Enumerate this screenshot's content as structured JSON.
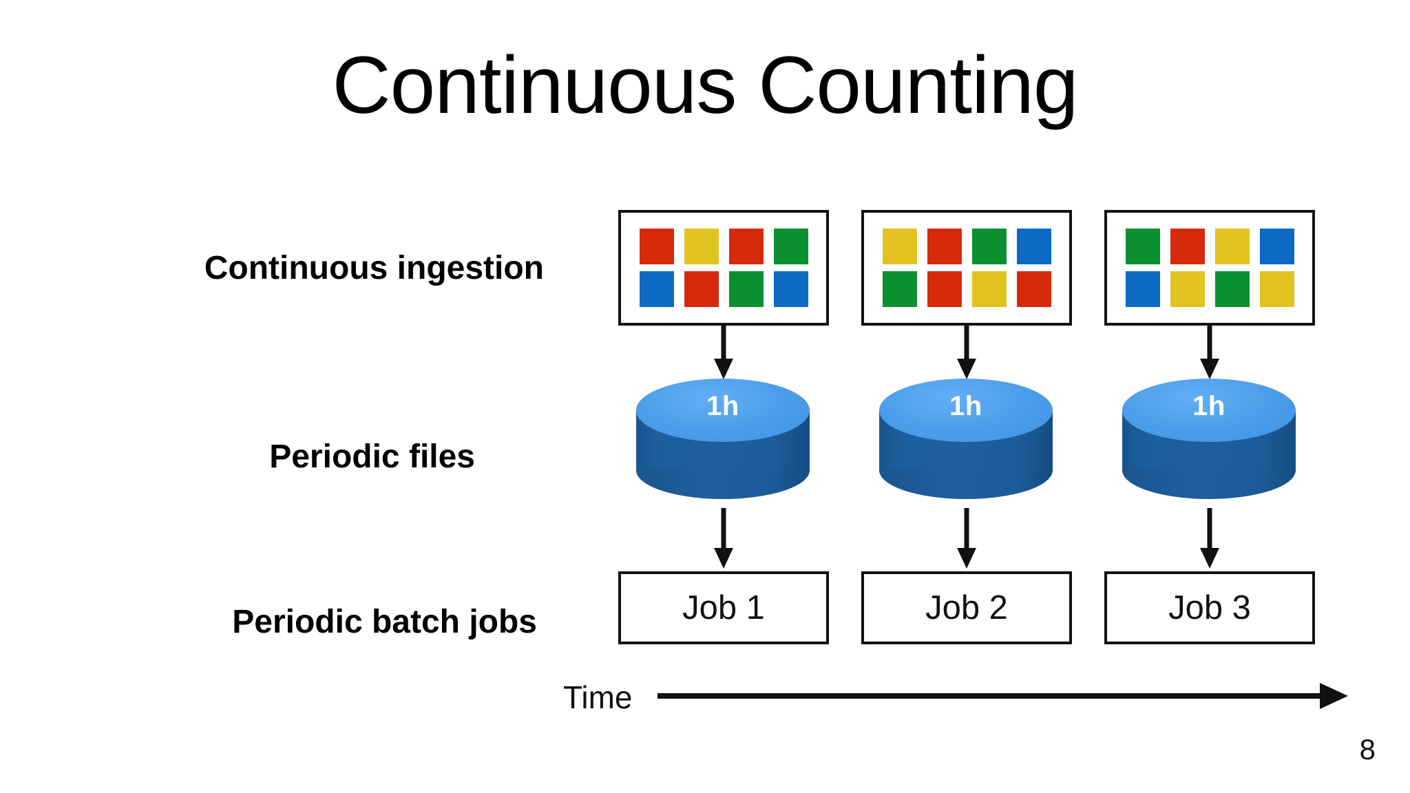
{
  "slide": {
    "title": "Continuous Counting",
    "page_number": "8",
    "background_color": "#ffffff"
  },
  "palette": {
    "red": "#d62a0d",
    "yellow": "#e0c220",
    "green": "#0a9031",
    "blue": "#0a6ac4",
    "cylinder_top": "#4a9de9",
    "cylinder_body": "#1f5f9e",
    "outline": "#111111"
  },
  "row_labels": {
    "ingestion": "Continuous ingestion",
    "files": "Periodic files",
    "jobs": "Periodic batch jobs"
  },
  "timeline": {
    "label": "Time",
    "direction": "left-to-right"
  },
  "columns": [
    {
      "ingest_rows": [
        [
          "red",
          "yellow",
          "red",
          "green"
        ],
        [
          "blue",
          "red",
          "green",
          "blue"
        ]
      ],
      "cylinder_label": "1h",
      "job_label": "Job 1"
    },
    {
      "ingest_rows": [
        [
          "yellow",
          "red",
          "green",
          "blue"
        ],
        [
          "green",
          "red",
          "yellow",
          "red"
        ]
      ],
      "cylinder_label": "1h",
      "job_label": "Job 2"
    },
    {
      "ingest_rows": [
        [
          "green",
          "red",
          "yellow",
          "blue"
        ],
        [
          "blue",
          "yellow",
          "green",
          "yellow"
        ]
      ],
      "cylinder_label": "1h",
      "job_label": "Job 3"
    }
  ]
}
